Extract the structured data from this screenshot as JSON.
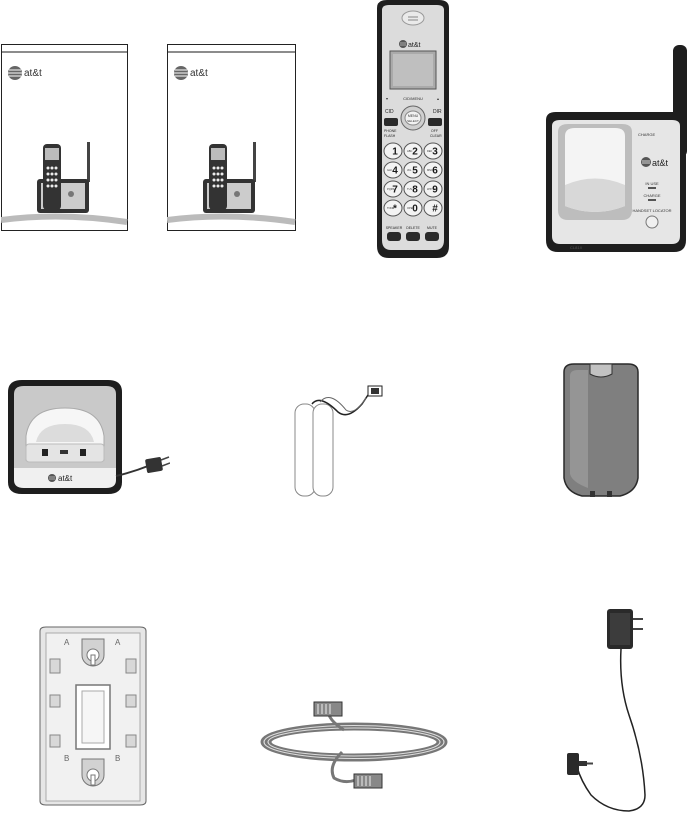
{
  "brand": {
    "logo_text": "at&t"
  },
  "handset": {
    "top_labels": {
      "left": "▾",
      "center": "CID/MENU",
      "right": "▴"
    },
    "softkeys": {
      "left_top": "CID",
      "right_top": "DIR",
      "menu": "MENU",
      "select": "SELECT",
      "phone": "PHONE",
      "flash": "FLASH",
      "off": "OFF",
      "clear": "CLEAR"
    },
    "keys": [
      {
        "digit": "1",
        "letters": ""
      },
      {
        "digit": "2",
        "letters": "ABC"
      },
      {
        "digit": "3",
        "letters": "DEF"
      },
      {
        "digit": "4",
        "letters": "GHI"
      },
      {
        "digit": "5",
        "letters": "JKL"
      },
      {
        "digit": "6",
        "letters": "MNO"
      },
      {
        "digit": "7",
        "letters": "PQRS"
      },
      {
        "digit": "8",
        "letters": "TUV"
      },
      {
        "digit": "9",
        "letters": "WXYZ"
      },
      {
        "digit": "*",
        "letters": "TONE"
      },
      {
        "digit": "0",
        "letters": "OPER"
      },
      {
        "digit": "#",
        "letters": ""
      }
    ],
    "bottom_labels": [
      "SPEAKER",
      "DELETE",
      "MUTE"
    ]
  },
  "base": {
    "labels": [
      "IN USE",
      "CHARGE",
      "HANDSET LOCATOR"
    ],
    "brand_band": "CHARGE",
    "model": "CL81X"
  },
  "mount": {
    "letters": [
      "A",
      "A",
      "B",
      "B"
    ]
  },
  "colors": {
    "dark": "#222222",
    "silver": "#d6d6d6",
    "gray": "#8a8a8a",
    "line": "#555555"
  }
}
